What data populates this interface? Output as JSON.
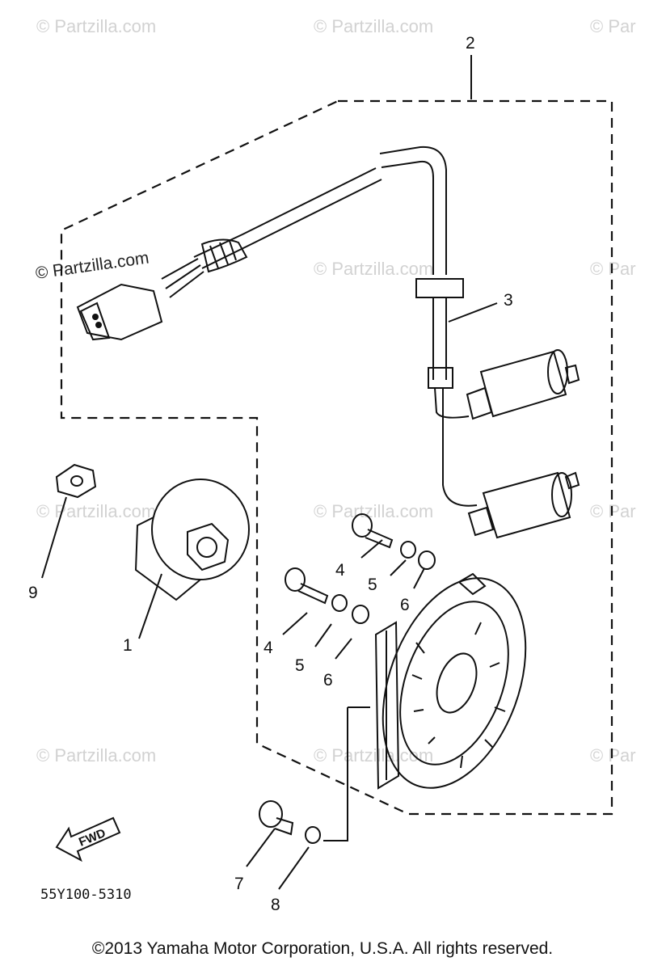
{
  "watermark_text": "© Partzilla.com",
  "watermark_text_partial": "© Par",
  "callouts": [
    "1",
    "2",
    "3",
    "4",
    "5",
    "6",
    "4",
    "5",
    "6",
    "7",
    "8",
    "9"
  ],
  "part_number": "55Y100-5310",
  "fwd_label": "FWD",
  "copyright": "©2013  Yamaha Motor Corporation, U.S.A. All rights reserved."
}
